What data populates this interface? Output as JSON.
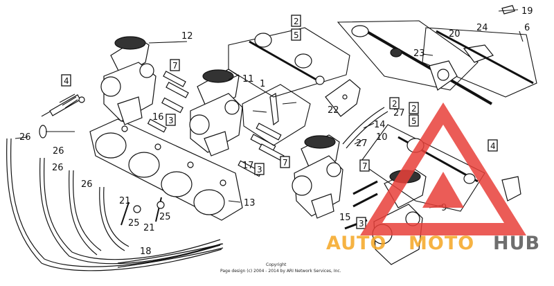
{
  "callouts": {
    "n1": "1",
    "n6": "6",
    "n9": "9",
    "n10": "10",
    "n11": "11",
    "n12": "12",
    "n13": "13",
    "n14": "14",
    "n15": "15",
    "n16": "16",
    "n17": "17",
    "n18": "18",
    "n19": "19",
    "n20": "20",
    "n21a": "21",
    "n21b": "21",
    "n22": "22",
    "n23": "23",
    "n24": "24",
    "n25a": "25",
    "n25b": "25",
    "n26a": "26",
    "n26b": "26",
    "n26c": "26",
    "n26d": "26",
    "n27a": "27",
    "n27b": "27"
  },
  "boxed_callouts": {
    "b2a": "2",
    "b5a": "5",
    "b7a": "7",
    "b4a": "4",
    "b3a": "3",
    "b3b": "3",
    "b7b": "7",
    "b2b": "2",
    "b2c": "2",
    "b5b": "5",
    "b4b": "4",
    "b7c": "7",
    "b3c": "3"
  },
  "copyright": {
    "line1": "Copyright",
    "line2": "Page design (c) 2004 - 2014 by ARI Network Services, Inc."
  },
  "watermark": {
    "part1": "AUTO",
    "part2": "MOTO",
    "part3": "HUB",
    "color_red": "#e8403a",
    "color_orange": "#f5a623",
    "color_gray": "#555555"
  }
}
